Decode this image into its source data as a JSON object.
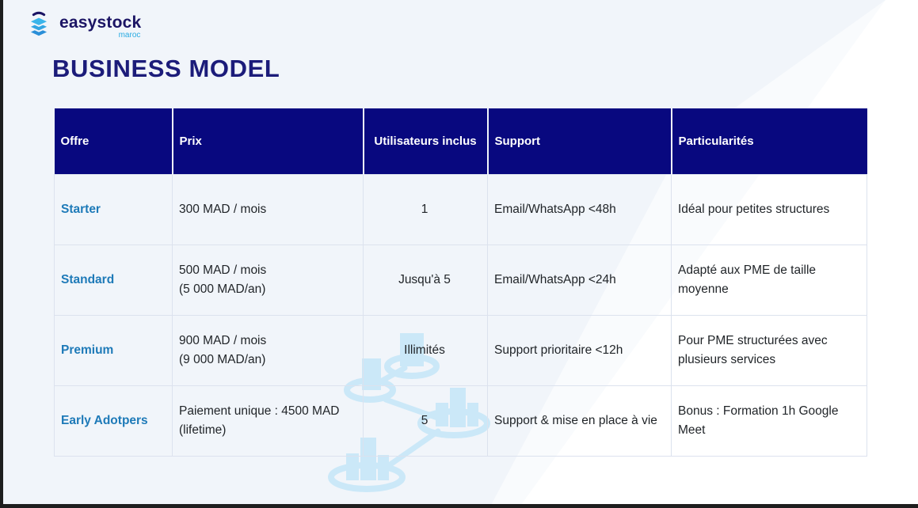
{
  "logo": {
    "brand": "easystock",
    "tagline": "maroc"
  },
  "title": "BUSINESS MODEL",
  "table": {
    "headers": [
      "Offre",
      "Prix",
      "Utilisateurs inclus",
      "Support",
      "Particularités"
    ],
    "rows": [
      {
        "offre": "Starter",
        "prix": "300 MAD / mois",
        "utilisateurs": "1",
        "support": "Email/WhatsApp <48h",
        "particularites": "Idéal pour petites structures"
      },
      {
        "offre": "Standard",
        "prix": "500 MAD / mois\n(5 000 MAD/an)",
        "utilisateurs": "Jusqu'à 5",
        "support": "Email/WhatsApp <24h",
        "particularites": "Adapté aux PME de taille moyenne"
      },
      {
        "offre": "Premium",
        "prix": "900 MAD / mois\n(9 000 MAD/an)",
        "utilisateurs": "Illimités",
        "support": "Support prioritaire <12h",
        "particularites": "Pour PME structurées avec plusieurs services"
      },
      {
        "offre": "Early Adotpers",
        "prix": "Paiement unique : 4500 MAD (lifetime)",
        "utilisateurs": "5",
        "support": "Support & mise en place à vie",
        "particularites": "Bonus : Formation 1h Google Meet"
      }
    ]
  },
  "colors": {
    "header_bg": "#08087f",
    "title": "#1c1c7a",
    "plan_name": "#1e7ab8",
    "background": "#f1f5fa",
    "decoration_blue": "#cbe8f8",
    "logo_navy": "#1b1464",
    "logo_blue": "#29abe2"
  },
  "icons": {
    "logo": "stacked-layers-icon",
    "decoration": "network-bar-chart-nodes-graphic"
  }
}
